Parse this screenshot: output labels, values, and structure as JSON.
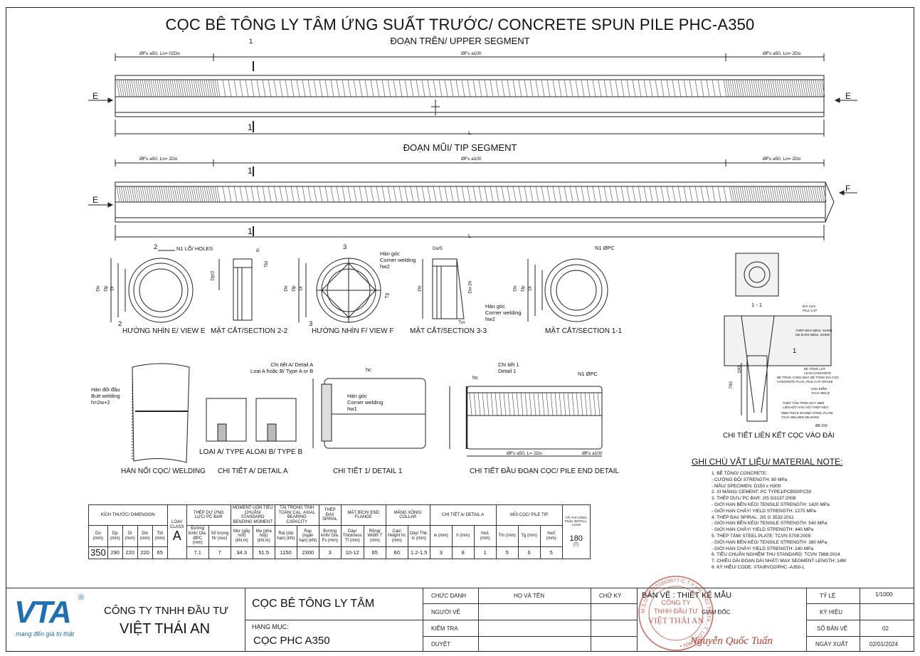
{
  "title": "CỌC BÊ TÔNG LY TÂM ỨNG SUẤT TRƯỚC/ CONCRETE SPUN PILE PHC-A350",
  "upper_segment": {
    "heading": "ĐOẠN TRÊN/ UPPER SEGMENT",
    "spacing_left": "ØFs a50, Lo= 02Do",
    "spacing_mid": "ØFs a100",
    "spacing_right": "ØFs a50, Lo= 2Do",
    "section_mark": "1",
    "length_label": "L",
    "end_left": "E",
    "end_right": "E"
  },
  "tip_segment": {
    "heading": "ĐOẠN MŨI/ TIP SEGMENT",
    "spacing_left": "ØFs a50, Lo= 2Do",
    "spacing_mid": "ØFs a100",
    "spacing_right": "ØFs a50, Lo= 2Do",
    "section_mark": "1",
    "length_label": "L",
    "end_left": "E",
    "end_right": "F"
  },
  "views": {
    "view_e": {
      "caption": "HƯỚNG NHÌN E/ VIEW E",
      "note": "N1 LỖ/ HOLES",
      "mark": "2",
      "dims": [
        "Do",
        "Dp",
        "Di"
      ]
    },
    "section_22": {
      "caption": "MẶT CẮT/SECTION 2-2",
      "dims": [
        "Dp/2",
        "Tbl",
        "tc"
      ]
    },
    "view_f": {
      "caption": "HƯỚNG NHÌN F/ VIEW F",
      "note": "Hàn góc\nCorner welding\nhw2",
      "mark": "3",
      "dims": [
        "Do",
        "Dp",
        "Di",
        "Tg"
      ]
    },
    "section_33": {
      "caption": "MẶT CẮT/SECTION 3-3",
      "note": "Hàn góc\nCorner welding\nhw2",
      "dims": [
        "Do/5",
        "Do-2h",
        "Do",
        "Tm"
      ]
    },
    "section_11": {
      "caption": "MẶT CẮT/SECTION 1-1",
      "note": "N1 ØPC",
      "dims": [
        "Do",
        "Dp",
        "Di"
      ]
    }
  },
  "details": {
    "welding": {
      "caption": "HÀN NỐI CỌC/ WELDING",
      "note": "Hàn đối đầu\nButt welding\nh=2w+2"
    },
    "detail_a": {
      "caption": "CHI TIẾT A/ DETAIL A",
      "type_a": "LOẠI A/ TYPE A",
      "type_b": "LOẠI B/ TYPE B"
    },
    "detail_1": {
      "caption": "CHI TIẾT 1/ DETAIL 1",
      "note_top": "Chi tiết A/ Detail A\nLoại A hoặc B/ Type A or B",
      "note_weld": "Hàn góc\nCorner welding\nhw1",
      "dim": "hc"
    },
    "pile_end": {
      "caption": "CHI TIẾT ĐẦU ĐOẠN CỌC/ PILE END DETAIL",
      "note_detail": "Chi tiết 1\nDetail 1",
      "note_pc": "N1 ØPC",
      "dim_hc": "hc",
      "spacing_1": "ØFs a50, L= 2Do",
      "spacing_2": "ØFs a100"
    },
    "cap_connection": {
      "caption": "CHI TIẾT LIÊN KẾT CỌC VÀO ĐÀI",
      "section": "1 - 1",
      "mark": "1",
      "dims": [
        "700",
        "100"
      ],
      "notes": [
        "ĐÀI CỌC\nPILE CAP",
        "THÉP NEO 5Ø16, SS390\nM5 BARS 5Ø16, SD390",
        "BÊ TÔNG LÓT\nLEAN CONCRETE",
        "BÊ TÔNG CÙNG MÁC BÊ TÔNG ĐÀI CỌC\nCONCRETE PLUG, PILE CAP GRADE",
        "HÀN ĐIỂM\nTACK WELD",
        "THÉP TẤM TRÒN DÀY 3MM\nLIÊN KẾT HÀN VỚI THÉP NEO",
        "3MM THICK ROUND STEEL PLATE\nTACK WELDED M5 BARS",
        "Ø8-150"
      ]
    }
  },
  "spec_table": {
    "groups": [
      "KÍCH THƯỚC/ DIMENSION",
      "LOẠI/ CLASS",
      "THÉP DỰ ỨNG LỰC/ PC BAR",
      "MOMENT UỐN TIÊU CHUẨN/ STANDARD BENDING MOMENT",
      "TẢI TRỌNG TÍNH TOÁN/ CAL. AXIAL BEARING CAPACITY",
      "THÉP ĐAI/ SPIRAL",
      "MẶT BÍCH/ END FLANGE",
      "MĂNG XÔNG/ COLLAR",
      "CHI TIẾT A/ DETAIL A",
      "MŨI CỌC/ PILE TIP",
      "TẢI THI CÔNG Pmax INSTALL. LOAD"
    ],
    "headers": [
      "Do (mm)",
      "Dp (mm)",
      "Di (mm)",
      "Dio (mm)",
      "Tbl (mm)",
      "Đường kính/ Dia. ØPC (mm)",
      "Số lượng N/ (nos)",
      "Mcr (gãy nứt) (kN.m)",
      "Mu (phá hủy) (kN.m)",
      "Ral (dài hạn) (kN)",
      "Ras (ngắn hạn) (kN)",
      "Đường kính/ Dia. Fs (mm)",
      "Dày/ Thickness Tf (mm)",
      "Rộng/ Width T (mm)",
      "Cao/ Height hc (mm)",
      "Dày/ Thk. tc (mm)",
      "w (mm)",
      "h (mm)",
      "hw1 (mm)",
      "Tm (mm)",
      "Tg (mm)",
      "hw2 (mm)"
    ],
    "values": [
      "350",
      "290",
      "220",
      "220",
      "65",
      "7.1",
      "7",
      "34.3",
      "51.5",
      "1150",
      "2300",
      "3",
      "10-12",
      "65",
      "60",
      "1.2-1.5",
      "3",
      "8",
      "1",
      "5",
      "6",
      "5"
    ],
    "class": "A",
    "install_load": "180",
    "install_unit": "(T)"
  },
  "material_note": {
    "title": "GHI CHÚ VẬT LIỆU/ MATERIAL NOTE:",
    "lines": [
      "1.  BÊ TÔNG/ CONCRETE:",
      "   - CƯỜNG ĐỘ/ STRENGTH: 80 MPa",
      "   - MẪU/ SPECIMEN: D150 x H300",
      "2.  XI MĂNG/ CEMENT: PC TYPE1/PCB50/PC50",
      "3.  THÉP DƯL/ PC BAR: JIS G3137:2008",
      "   - GIỚI HẠN BỀN KÉO/ TENSILE STRENGTH: 1420 MPa",
      "   - GIỚI HẠN CHẢY/ YIELD STRENGTH: 1275 MPa",
      "4.  THÉP ĐAI/ SPIRAL: JIS G 3532:2011",
      "   - GIỚI HẠN BỀN KÉO/ TENSILE STRENGTH: 540 MPa",
      "   - GIỚI HẠN CHẢY/ YIELD STRENGTH: 440 MPa",
      "5.  THÉP TẤM/ STEEL PLATE: TCVN 5709:2009",
      "   - GIỚI HẠN BỀN KÉO/ TENSILE STRENGTH: 380 MPa",
      "   - GIỚI HẠN CHẢY/ YIELD STRENGTH: 240 MPa",
      "6.  TIÊU CHUẨN NGHIỆM THU STANDARD: TCVN 7888:2014",
      "7.  CHIỀU DÀI ĐOẠN DÀI NHẤT/ MAX SEGMENT LENGTH: 14M",
      "8.  KÝ HIỆU/ CODE: VTA/BVO2/PHC -A350-L"
    ]
  },
  "title_block": {
    "logo_text": "VTA",
    "logo_mark": "®",
    "slogan": "mang đến giá trị thật",
    "company_line1": "CÔNG TY TNHH ĐẦU TƯ",
    "company_line2": "VIỆT THÁI AN",
    "project": "CỌC BÊ TÔNG LY TÂM",
    "item_label": "HẠNG MỤC:",
    "item_value": "CỌC PHC A350",
    "col_position": "CHỨC DANH",
    "col_name": "HỌ VÀ TÊN",
    "col_sign": "CHỮ KÝ",
    "row_drawn": "NGƯỜI VẼ",
    "row_checked": "KIỂM TRA",
    "row_approved": "DUYỆT",
    "drawing_label": "BẢN VẼ : THIẾT KẾ MẪU",
    "director": "GIÁM ĐỐC",
    "signer_name": "Nguyễn Quốc Tuấn",
    "stamp_ring": "M.S.D.N: 1101869877-C.T.Y • H. THỦ THỪA - T. LONG AN •",
    "stamp_center": "CÔNG TY\nTNHH ĐẦU TƯ\nVIỆT THÁI AN",
    "scale_label": "TỶ LỆ",
    "scale_value": "1/1000",
    "code_label": "KÝ HIỆU",
    "code_value": "",
    "sheet_label": "SỐ BẢN VẼ",
    "sheet_value": "02",
    "date_label": "NGÀY XUẤT",
    "date_value": "02/01/2024"
  },
  "colors": {
    "ink": "#111111",
    "brand_blue": "#1e6fb5",
    "stamp_red": "#c0392b"
  }
}
